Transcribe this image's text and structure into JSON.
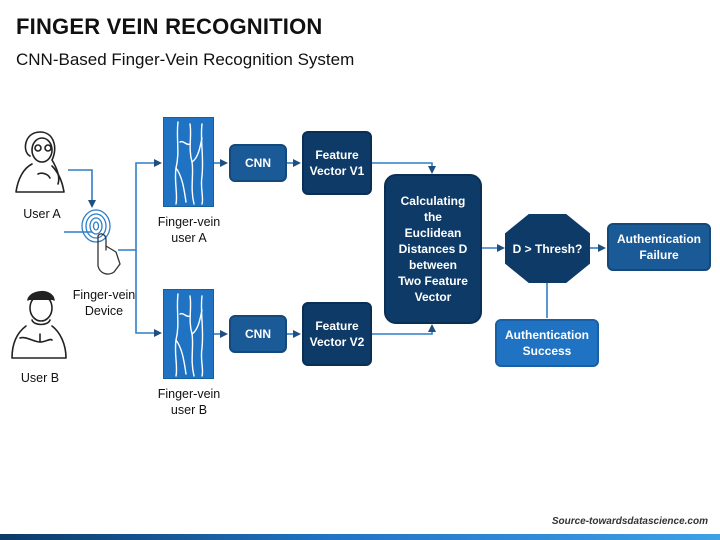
{
  "header": {
    "title": "FINGER VEIN RECOGNITION",
    "subtitle": "CNN-Based Finger-Vein Recognition System"
  },
  "users": {
    "a_label": "User A",
    "b_label": "User B"
  },
  "device": {
    "label": "Finger-vein\nDevice"
  },
  "vein_images": {
    "a_label": "Finger-vein\nuser A",
    "b_label": "Finger-vein\nuser B"
  },
  "nodes": {
    "cnn_a": "CNN",
    "cnn_b": "CNN",
    "feature_v1": "Feature\nVector V1",
    "feature_v2": "Feature\nVector V2",
    "calc": "Calculating\nthe\nEuclidean\nDistances D\nbetween\nTwo Feature\nVector",
    "decision": "D > Thresh?",
    "auth_failure": "Authentication\nFailure",
    "auth_success": "Authentication\nSuccess"
  },
  "footer": {
    "source": "Source-towardsdatascience.com"
  },
  "colors": {
    "dark_blue": "#0d3a66",
    "mid_blue": "#1a5a96",
    "light_blue": "#1f73c2",
    "line": "#2f7fc8"
  },
  "icons": [
    "woman-user-icon",
    "man-user-icon",
    "fingerprint-icon",
    "vein-image-icon",
    "arrow-icon"
  ]
}
